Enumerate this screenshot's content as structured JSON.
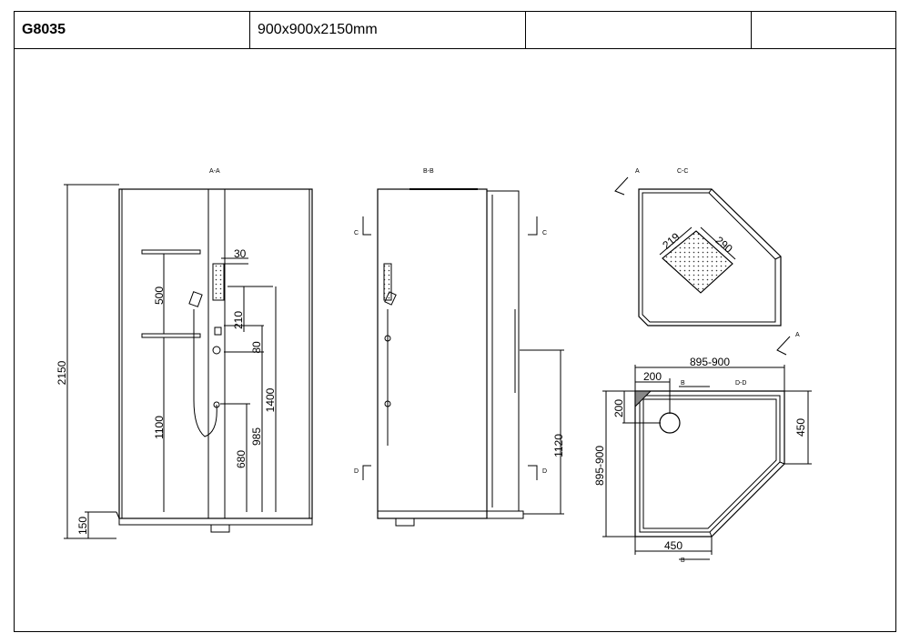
{
  "header": {
    "model": "G8035",
    "size": "900x900x2150mm",
    "cell3": "",
    "cell4": ""
  },
  "views": {
    "front": {
      "label": "A-A",
      "dims": {
        "height": "2150",
        "base": "150",
        "shelf_gap": "500",
        "h1100": "1100",
        "d30": "30",
        "d210": "210",
        "d80": "80",
        "d1400": "1400",
        "d985": "985",
        "d680": "680"
      }
    },
    "side": {
      "label": "B-B",
      "section_c": "C",
      "section_d": "D",
      "dims": {
        "d1120": "1120"
      }
    },
    "top": {
      "label": "C-C",
      "section_a": "A",
      "dims": {
        "d219": "219",
        "d290": "290"
      }
    },
    "plan": {
      "label": "D-D",
      "section_b": "B",
      "dims": {
        "w_top": "895-900",
        "h_left": "895-900",
        "d200a": "200",
        "d200b": "200",
        "d450r": "450",
        "d450b": "450"
      }
    }
  }
}
